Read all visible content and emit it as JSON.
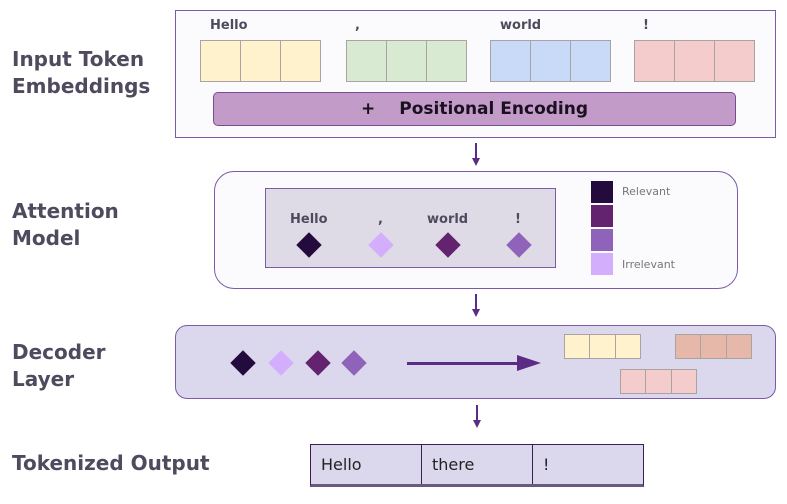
{
  "labels": {
    "input_line1": "Input Token",
    "input_line2": "Embeddings",
    "attention_line1": "Attention",
    "attention_line2": "Model",
    "decoder_line1": "Decoder",
    "decoder_line2": "Layer",
    "output": "Tokenized Output"
  },
  "input_tokens": [
    "Hello",
    ",",
    "world",
    "!"
  ],
  "embedding_colors": [
    "#fff2cc",
    "#d9ead3",
    "#c9daf8",
    "#f4cccc"
  ],
  "positional": {
    "plus": "+",
    "label": "Positional Encoding"
  },
  "attention": {
    "tokens": [
      "Hello",
      ",",
      "world",
      "!"
    ],
    "token_colors": [
      "#240b3e",
      "#d3aefc",
      "#63236f",
      "#8e63b9"
    ],
    "legend": {
      "relevant": "Relevant",
      "irrelevant": "Irrelevant",
      "scale_colors": [
        "#240b3e",
        "#63236f",
        "#8e63b9",
        "#d3aefc"
      ]
    }
  },
  "decoder": {
    "diamond_colors": [
      "#240b3e",
      "#d3aefc",
      "#63236f",
      "#8e63b9"
    ],
    "output_colors": [
      "#fff2cc",
      "#e6b8a9",
      "#f4cccc"
    ]
  },
  "output_tokens": [
    "Hello",
    "there",
    "!"
  ]
}
